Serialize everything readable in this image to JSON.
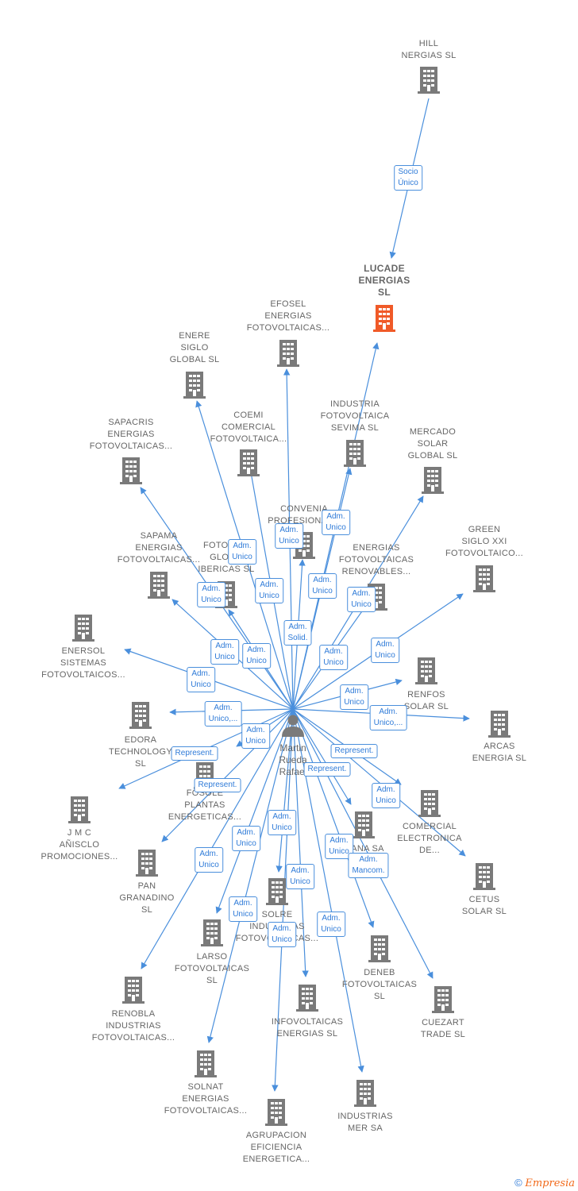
{
  "colors": {
    "edge": "#4a8fdc",
    "building": "#7a7a7a",
    "focus_building": "#f05a28",
    "text": "#666666"
  },
  "person": {
    "name": "Martin\nRueda\nRafael",
    "icon": "person-icon"
  },
  "focus_company": {
    "name": "LUCADE\nENERGIAS\nSL",
    "icon": "building-icon"
  },
  "companies": [
    {
      "id": "hill",
      "name": "HILL\nNERGIAS  SL"
    },
    {
      "id": "efosel",
      "name": "EFOSEL\nENERGIAS\nFOTOVOLTAICAS..."
    },
    {
      "id": "enere",
      "name": "ENERE\nSIGLO\nGLOBAL  SL"
    },
    {
      "id": "coemi",
      "name": "COEMI\nCOMERCIAL\nFOTOVOLTAICA..."
    },
    {
      "id": "sevima",
      "name": "INDUSTRIA\nFOTOVOLTAICA\nSEVIMA  SL"
    },
    {
      "id": "mercado",
      "name": "MERCADO\nSOLAR\nGLOBAL  SL"
    },
    {
      "id": "sapacris",
      "name": "SAPACRIS\nENERGIAS\nFOTOVOLTAICAS..."
    },
    {
      "id": "convenia",
      "name": "CONVENIA\nPROFESIONAL..."
    },
    {
      "id": "green",
      "name": "GREEN\nSIGLO XXI\nFOTOVOLTAICO..."
    },
    {
      "id": "sapama",
      "name": "SAPAMA\nENERGIAS\nFOTOVOLTAICAS..."
    },
    {
      "id": "fotovo",
      "name": "FOTOVO...\nGLOB...\nIBERICAS  SL"
    },
    {
      "id": "efren",
      "name": "ENERGIAS\nFOTOVOLTAICAS\nRENOVABLES..."
    },
    {
      "id": "ensol",
      "name": "ENERSOL\nSISTEMAS\nFOTOVOLTAICOS..."
    },
    {
      "id": "renfos",
      "name": "RENFOS\nSOLAR  SL"
    },
    {
      "id": "edora",
      "name": "EDORA\nTECHNOLOGY\nSL"
    },
    {
      "id": "arcas",
      "name": "ARCAS\nENERGIA  SL"
    },
    {
      "id": "fosole",
      "name": "FOSOLE\nPLANTAS\nENERGETICAS..."
    },
    {
      "id": "jmc",
      "name": "J M C\nAÑISCLO\nPROMOCIONES..."
    },
    {
      "id": "comercial",
      "name": "COMERCIAL\nELECTRONICA\nDE..."
    },
    {
      "id": "ana",
      "name": "...ANA SA"
    },
    {
      "id": "pan",
      "name": "PAN\nGRANADINO\nSL"
    },
    {
      "id": "cetus",
      "name": "CETUS\nSOLAR SL"
    },
    {
      "id": "solre",
      "name": "SOLRE\nINDUSTRIAS\nFOTOVOLTAICAS..."
    },
    {
      "id": "larso",
      "name": "LARSO\nFOTOVOLTAICAS\nSL"
    },
    {
      "id": "deneb",
      "name": "DENEB\nFOTOVOLTAICAS\nSL"
    },
    {
      "id": "renobla",
      "name": "RENOBLA\nINDUSTRIAS\nFOTOVOLTAICAS..."
    },
    {
      "id": "cuezart",
      "name": "CUEZART\nTRADE SL"
    },
    {
      "id": "infovol",
      "name": "INFOVOLTAICAS\nENERGIAS  SL"
    },
    {
      "id": "solnat",
      "name": "SOLNAT\nENERGIAS\nFOTOVOLTAICAS..."
    },
    {
      "id": "mer",
      "name": "INDUSTRIAS\nMER SA"
    },
    {
      "id": "agrup",
      "name": "AGRUPACION\nEFICIENCIA\nENERGETICA..."
    }
  ],
  "edge_labels": [
    {
      "id": "hill",
      "text": "Socio\nÚnico"
    },
    {
      "id": "lucade",
      "text": "Adm.\nUnico"
    },
    {
      "id": "efosel",
      "text": "Adm.\nUnico"
    },
    {
      "id": "enere",
      "text": "Adm.\nUnico"
    },
    {
      "id": "coemi",
      "text": "Adm.\nUnico"
    },
    {
      "id": "sevima",
      "text": "Adm.\nUnico"
    },
    {
      "id": "sapacris",
      "text": "Adm.\nUnico"
    },
    {
      "id": "convenia",
      "text": "Adm.\nSolid."
    },
    {
      "id": "efren",
      "text": "Adm.\nUnico"
    },
    {
      "id": "fotovo",
      "text": "Adm.\nUnico"
    },
    {
      "id": "green",
      "text": "Adm.\nUnico"
    },
    {
      "id": "sapama",
      "text": "Adm.\nUnico"
    },
    {
      "id": "mercado",
      "text": "Adm.\nUnico"
    },
    {
      "id": "ensol",
      "text": "Adm.\nUnico"
    },
    {
      "id": "renfos",
      "text": "Adm.\nUnico"
    },
    {
      "id": "edora",
      "text": "Adm.\nUnico,..."
    },
    {
      "id": "arcas",
      "text": "Adm.\nUnico,..."
    },
    {
      "id": "fosole",
      "text": "Adm.\nUnico"
    },
    {
      "id": "jmc",
      "text": "Represent."
    },
    {
      "id": "comercial",
      "text": "Represent."
    },
    {
      "id": "pan",
      "text": "Represent."
    },
    {
      "id": "ana",
      "text": "Represent."
    },
    {
      "id": "cetus",
      "text": "Adm.\nUnico"
    },
    {
      "id": "larso",
      "text": "Adm.\nUnico"
    },
    {
      "id": "solre",
      "text": "Adm.\nUnico"
    },
    {
      "id": "deneb",
      "text": "Adm.\nUnico"
    },
    {
      "id": "cuezart",
      "text": "Adm.\nMancom."
    },
    {
      "id": "renobla",
      "text": "Adm.\nUnico"
    },
    {
      "id": "infovol",
      "text": "Adm.\nUnico"
    },
    {
      "id": "solnat",
      "text": "Adm.\nUnico"
    },
    {
      "id": "mer",
      "text": "Adm.\nUnico"
    },
    {
      "id": "agrup",
      "text": "Adm.\nUnico"
    }
  ],
  "footer": {
    "copyright": "©",
    "brand": "Empresia"
  }
}
